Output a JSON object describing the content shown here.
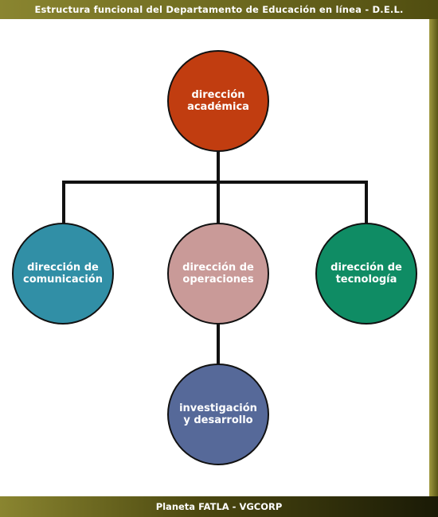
{
  "header": {
    "title": "Estructura funcional del Departamento de Educación en línea - D.E.L."
  },
  "footer": {
    "text": "Planeta FATLA - VGCORP"
  },
  "nodes": {
    "academica": "dirección\nacadémica",
    "comunicacion": "dirección de\ncomunicación",
    "operaciones": "dirección de\noperaciones",
    "tecnologia": "dirección de\ntecnología",
    "investigacion": "investigación\ny desarrollo"
  },
  "colors": {
    "academica": "#c13d10",
    "comunicacion": "#318fa6",
    "operaciones": "#c99a98",
    "tecnologia": "#0f8c64",
    "investigacion": "#566999"
  }
}
